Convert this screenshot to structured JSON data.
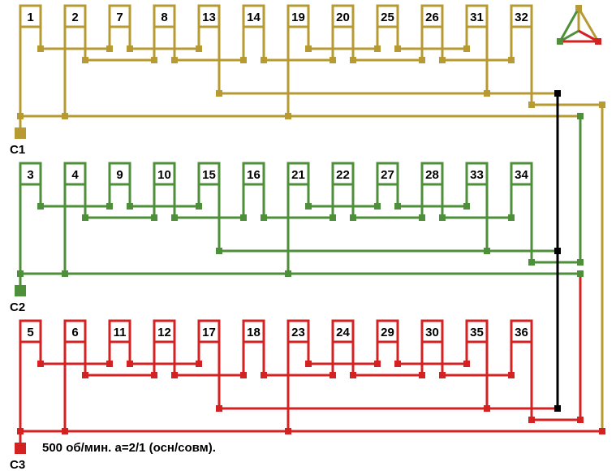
{
  "phases": [
    {
      "name": "C1",
      "color": "#b89a33",
      "coils": [
        "1",
        "2",
        "7",
        "8",
        "13",
        "14",
        "19",
        "20",
        "25",
        "26",
        "31",
        "32"
      ]
    },
    {
      "name": "C2",
      "color": "#4e8f3a",
      "coils": [
        "3",
        "4",
        "9",
        "10",
        "15",
        "16",
        "21",
        "22",
        "27",
        "28",
        "33",
        "34"
      ]
    },
    {
      "name": "C3",
      "color": "#d42222",
      "coils": [
        "5",
        "6",
        "11",
        "12",
        "17",
        "18",
        "23",
        "24",
        "29",
        "30",
        "35",
        "36"
      ]
    }
  ],
  "neutral_color": "#000000",
  "note": "500 об/мин. а=2/1 (осн/совм).",
  "icon": "triangle-connection-icon"
}
